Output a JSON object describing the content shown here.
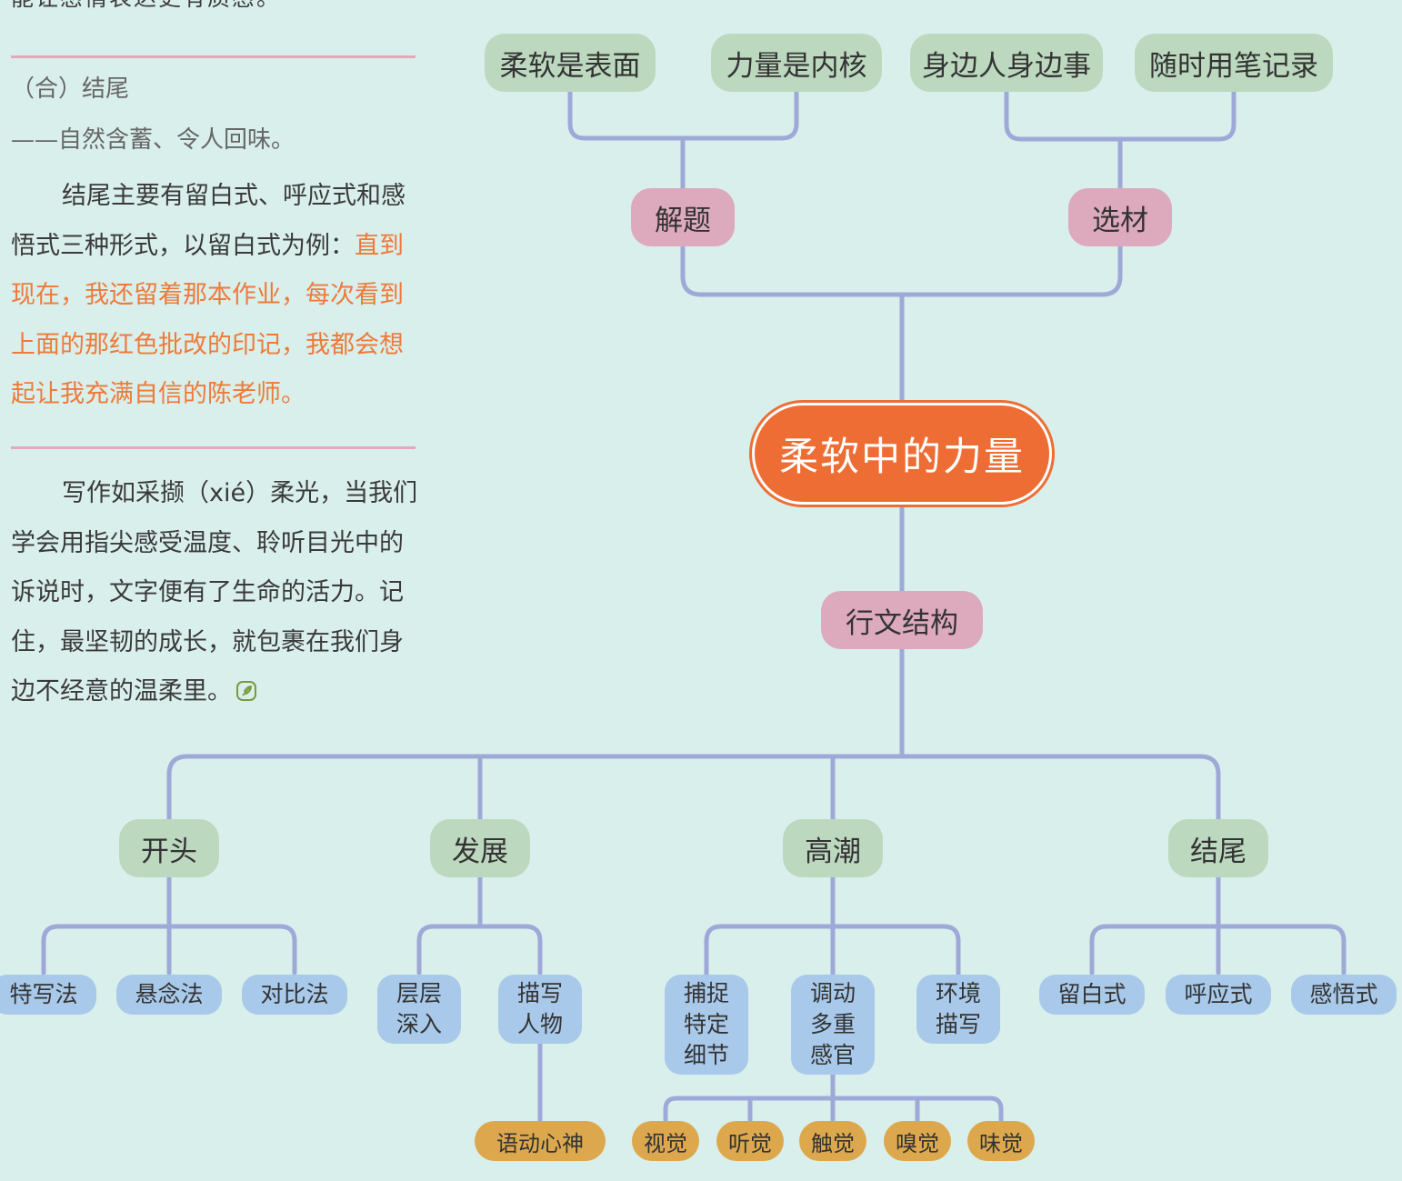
{
  "article": {
    "cut_top_line": "能让感情表达更有质感。",
    "section_heading": "（合）结尾",
    "section_subtitle": "——自然含蓄、令人回味。",
    "para1": "结尾主要有留白式、呼应式和感悟式三种形式，以留白式为例：",
    "para1_example": "直到现在，我还留着那本作业，每次看到上面的那红色批改的印记，我都会想起让我充满自信的陈老师。",
    "para2": "写作如采撷（xié）柔光，当我们学会用指尖感受温度、聆听目光中的诉说时，文字便有了生命的活力。记住，最坚韧的成长，就包裹在我们身边不经意的温柔里。",
    "end_mark_icon": "leaf-end-mark-icon"
  },
  "colors": {
    "background": "#d9efeb",
    "line": "#9ea9d8",
    "root": "#ee6d34",
    "green_node": "#bcd8bf",
    "pink_node": "#ddaabd",
    "blue_node": "#a8c9ea",
    "gold_node": "#dda84d",
    "example_text": "#ee7a3a"
  },
  "mindmap": {
    "root": "柔软中的力量",
    "branch_title": "解题",
    "title_points": [
      "柔软是表面",
      "力量是内核"
    ],
    "branch_material": "选材",
    "material_points": [
      "身边人身边事",
      "随时用笔记录"
    ],
    "branch_structure": "行文结构",
    "stages": [
      {
        "label": "开头",
        "methods": [
          "特写法",
          "悬念法",
          "对比法"
        ]
      },
      {
        "label": "发展",
        "methods": [
          "层层\n深入",
          "描写\n人物"
        ],
        "sub": [
          "语动心神"
        ]
      },
      {
        "label": "高潮",
        "methods": [
          "捕捉\n特定\n细节",
          "调动\n多重\n感官",
          "环境\n描写"
        ],
        "sub": [
          "视觉",
          "听觉",
          "触觉",
          "嗅觉",
          "味觉"
        ]
      },
      {
        "label": "结尾",
        "methods": [
          "留白式",
          "呼应式",
          "感悟式"
        ]
      }
    ]
  }
}
